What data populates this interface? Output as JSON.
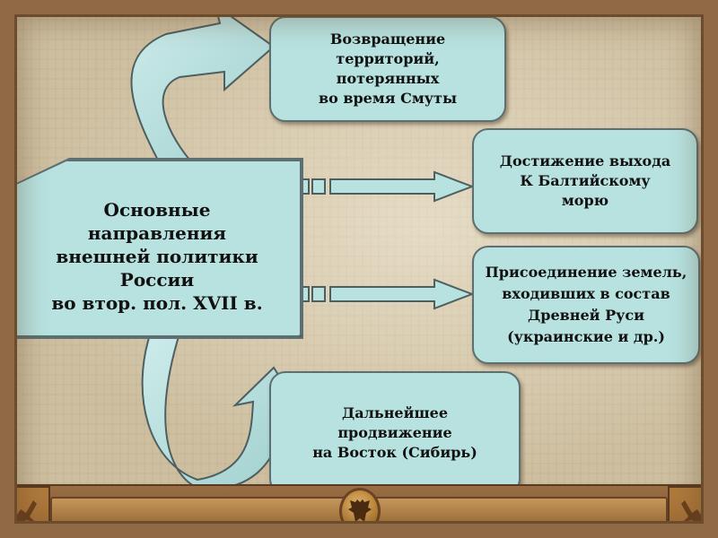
{
  "diagram": {
    "center": {
      "text": "Основные\nнаправления\nвнешней политики\nРоссии\nво втор. пол. XVII в."
    },
    "directions": [
      {
        "text": "Возвращение\nтерриторий,\nпотерянных\nво время Смуты"
      },
      {
        "text": "Достижение выхода\nК Балтийскому\nморю"
      },
      {
        "text": "Присоединение земель,\nвходивших в состав\nДревней Руси\n(украинские и др.)"
      },
      {
        "text": "Дальнейшее\nпродвижение\nна Восток (Сибирь)"
      }
    ]
  },
  "colors": {
    "node_fill": "#b7e2e0",
    "node_border": "#5d6f70",
    "frame": "#8f6a45",
    "background": "#d2c4a6"
  },
  "icons": [
    "double-headed-eagle-icon",
    "st-george-icon"
  ]
}
